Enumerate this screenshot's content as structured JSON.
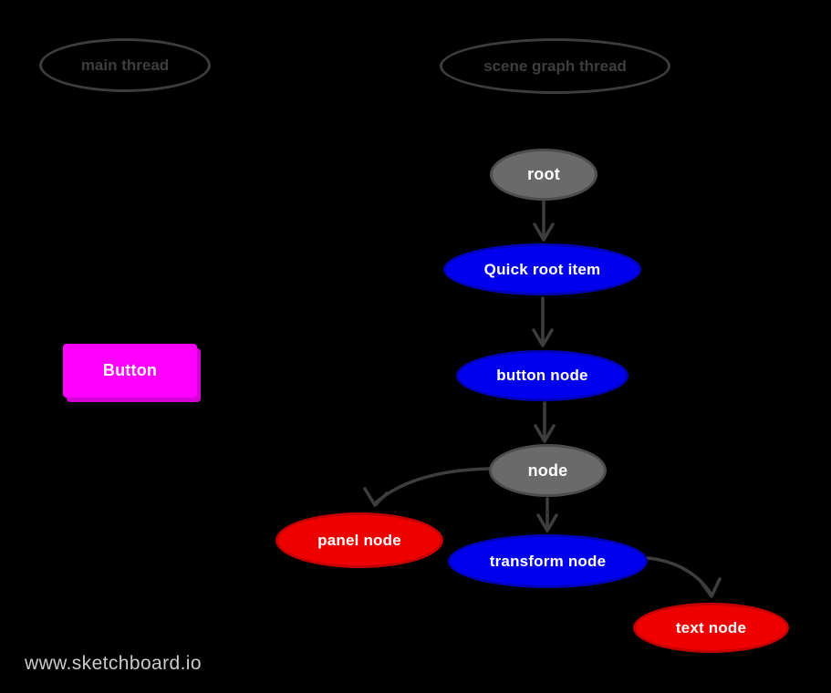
{
  "diagram": {
    "background": "#000000",
    "lanes": [
      {
        "label": "main thread"
      },
      {
        "label": "scene graph thread"
      }
    ],
    "nodes": [
      {
        "id": "root",
        "label": "root",
        "shape": "ellipse",
        "fill": "#6a6a6a"
      },
      {
        "id": "quick-root-item",
        "label": "Quick root item",
        "shape": "ellipse",
        "fill": "#0000ee"
      },
      {
        "id": "button-node",
        "label": "button node",
        "shape": "ellipse",
        "fill": "#0000ee"
      },
      {
        "id": "node",
        "label": "node",
        "shape": "ellipse",
        "fill": "#6a6a6a"
      },
      {
        "id": "panel-node",
        "label": "panel node",
        "shape": "ellipse",
        "fill": "#ee0000"
      },
      {
        "id": "transform-node",
        "label": "transform node",
        "shape": "ellipse",
        "fill": "#0000ee"
      },
      {
        "id": "text-node",
        "label": "text node",
        "shape": "ellipse",
        "fill": "#ee0000"
      },
      {
        "id": "button-widget",
        "label": "Button",
        "shape": "rectangle",
        "fill": "#ff00ff"
      }
    ],
    "edges": [
      {
        "from": "root",
        "to": "quick-root-item"
      },
      {
        "from": "quick-root-item",
        "to": "button-node"
      },
      {
        "from": "button-node",
        "to": "node"
      },
      {
        "from": "node",
        "to": "panel-node"
      },
      {
        "from": "node",
        "to": "transform-node"
      },
      {
        "from": "transform-node",
        "to": "text-node"
      }
    ],
    "colors": {
      "edge": "#3d3d3d",
      "lane_outline": "#3d3d3d",
      "node_text": "#ffffff",
      "gray_fill": "#6a6a6a",
      "blue_fill": "#0000ee",
      "red_fill": "#ee0000",
      "magenta_fill": "#ff00ff"
    }
  },
  "watermark": {
    "text": "www.sketchboard.io",
    "color": "#cbcbcb"
  }
}
